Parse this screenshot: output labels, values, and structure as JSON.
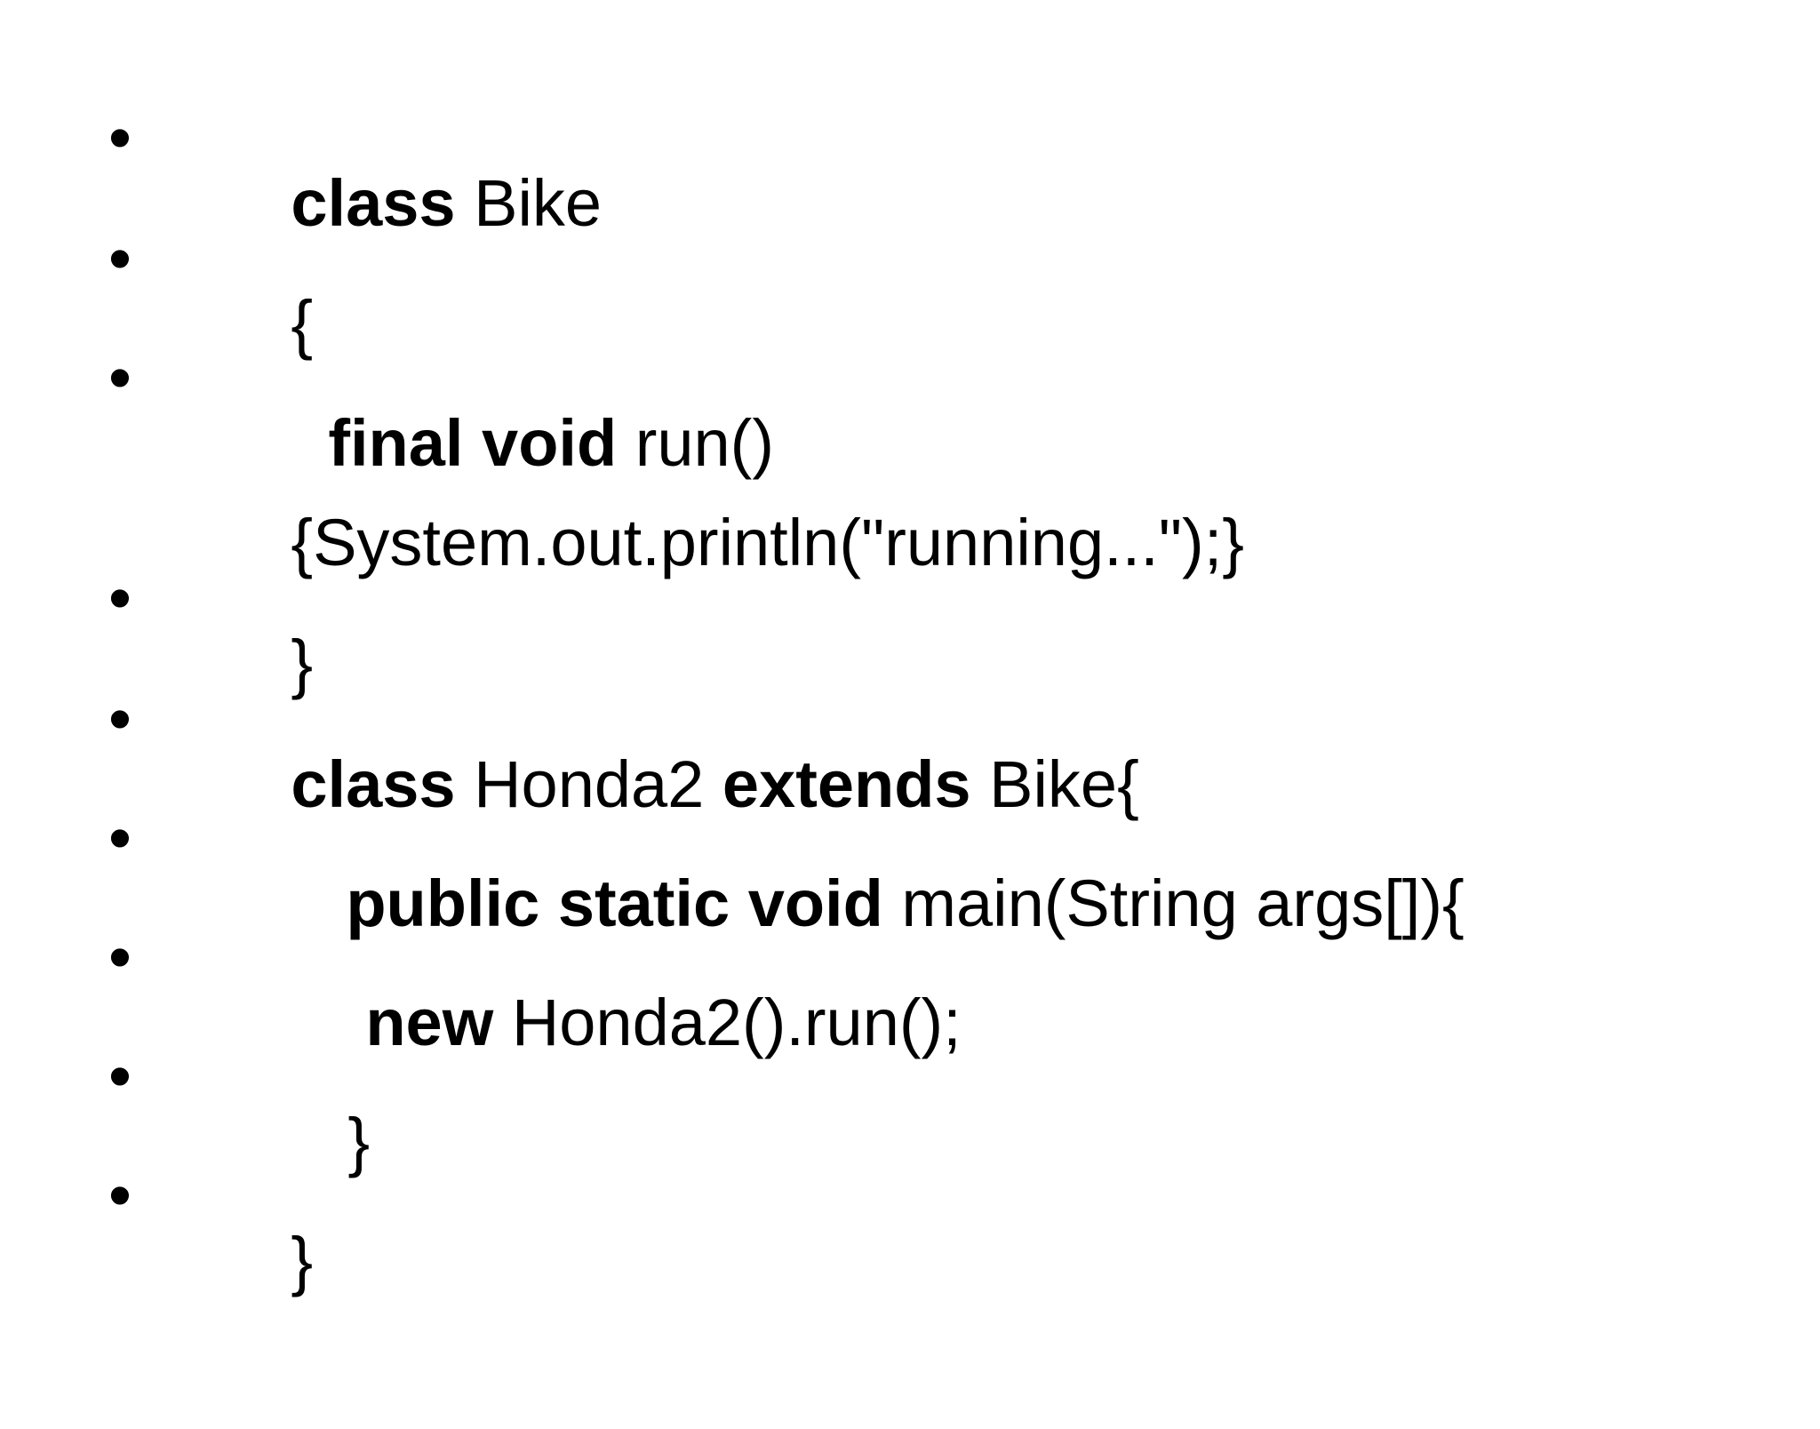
{
  "slide": {
    "bullet": "•",
    "lines": [
      {
        "parts": [
          {
            "text": "class",
            "bold": true
          },
          {
            "text": " Bike",
            "bold": false
          }
        ]
      },
      {
        "parts": [
          {
            "text": "{",
            "bold": false
          }
        ]
      },
      {
        "parts": [
          {
            "text": "final",
            "bold": true
          },
          {
            "text": " ",
            "bold": false
          },
          {
            "text": "void",
            "bold": true
          },
          {
            "text": " run()",
            "bold": false
          }
        ]
      },
      {
        "parts": [
          {
            "text": "{System.out.println(\"running...\");}",
            "bold": false
          }
        ]
      },
      {
        "parts": [
          {
            "text": "}",
            "bold": false
          }
        ]
      },
      {
        "parts": [
          {
            "text": "class",
            "bold": true
          },
          {
            "text": " Honda2 ",
            "bold": false
          },
          {
            "text": "extends",
            "bold": true
          },
          {
            "text": " Bike{",
            "bold": false
          }
        ]
      },
      {
        "parts": [
          {
            "text": "public",
            "bold": true
          },
          {
            "text": " ",
            "bold": false
          },
          {
            "text": "static",
            "bold": true
          },
          {
            "text": " ",
            "bold": false
          },
          {
            "text": "void",
            "bold": true
          },
          {
            "text": " main(String args[]){",
            "bold": false
          }
        ]
      },
      {
        "parts": [
          {
            "text": "new",
            "bold": true
          },
          {
            "text": " Honda2().run();",
            "bold": false
          }
        ]
      },
      {
        "parts": [
          {
            "text": "}",
            "bold": false
          }
        ]
      },
      {
        "parts": [
          {
            "text": "}",
            "bold": false
          }
        ]
      }
    ]
  }
}
